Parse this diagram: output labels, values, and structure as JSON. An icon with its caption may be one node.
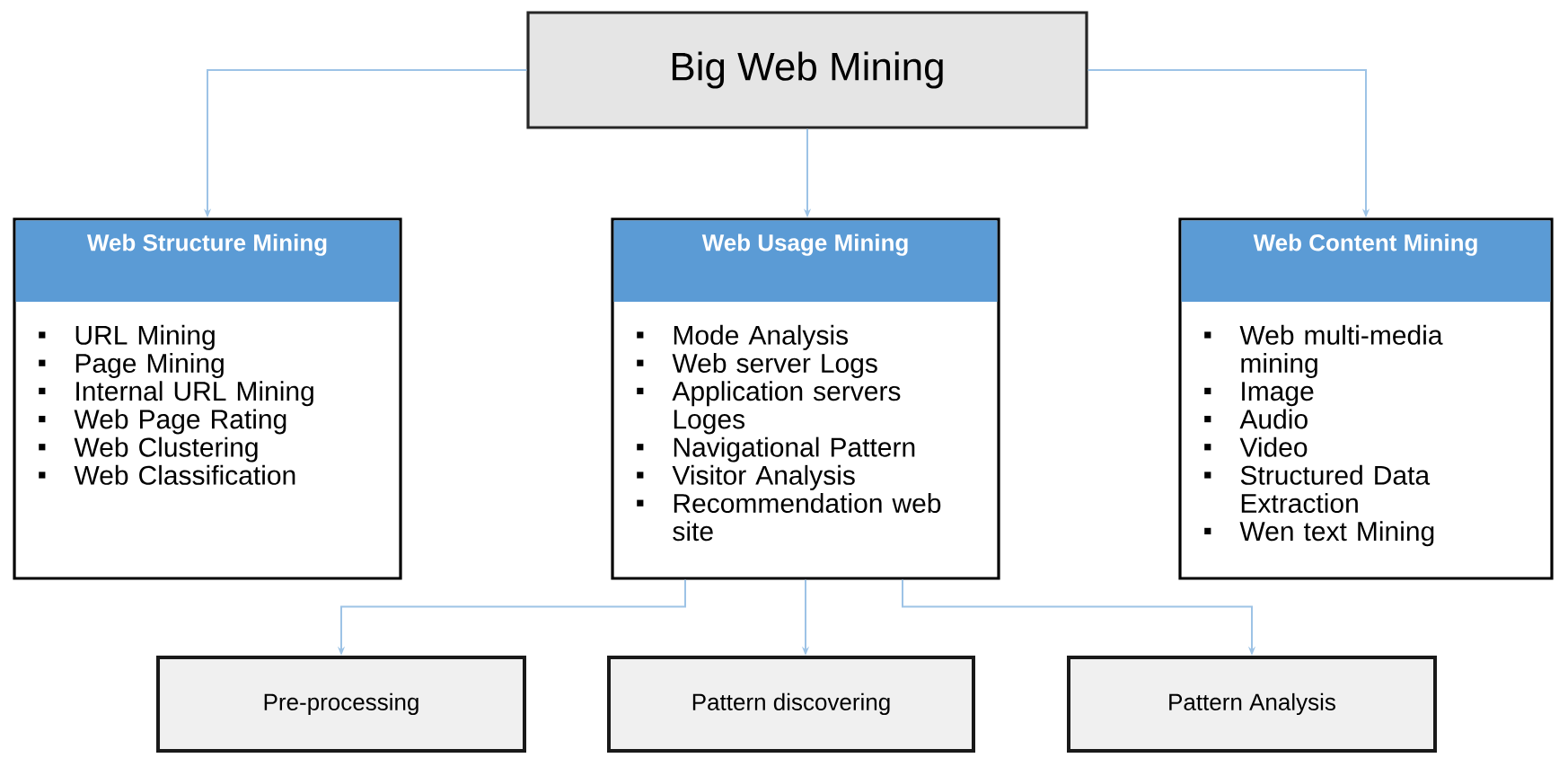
{
  "diagram": {
    "nodes": [
      {
        "text": [
          "Big Web Mining"
        ]
      },
      {
        "text": [
          "Web Structure Mining",
          "URL Mining",
          "Page Mining",
          "Internal URL Mining",
          "Web Page Rating",
          "Web Clustering",
          "Web Classification"
        ]
      },
      {
        "text": [
          "Web Usage Mining",
          "Mode Analysis",
          "Web server Logs",
          "Application servers Loges",
          "Navigational Pattern",
          "Visitor Analysis",
          "Recommendation web site"
        ]
      },
      {
        "text": [
          "Web Content Mining",
          "Web multi-media mining",
          "Image",
          "Audio",
          " Video",
          "Structured Data Extraction",
          "Wen text Mining"
        ]
      },
      {
        "text": [
          "Pre-processing"
        ]
      },
      {
        "text": [
          "Pattern discovering"
        ]
      },
      {
        "text": [
          "Pattern Analysis"
        ]
      }
    ],
    "edges": [
      {
        "from": 0,
        "to": 1,
        "arrow": "to"
      },
      {
        "from": 0,
        "to": 2,
        "arrow": "to"
      },
      {
        "from": 0,
        "to": 3,
        "arrow": "to"
      },
      {
        "from": 2,
        "to": 4,
        "arrow": "to"
      },
      {
        "from": 2,
        "to": 5,
        "arrow": "to"
      },
      {
        "from": 2,
        "to": 6,
        "arrow": "to"
      }
    ]
  }
}
